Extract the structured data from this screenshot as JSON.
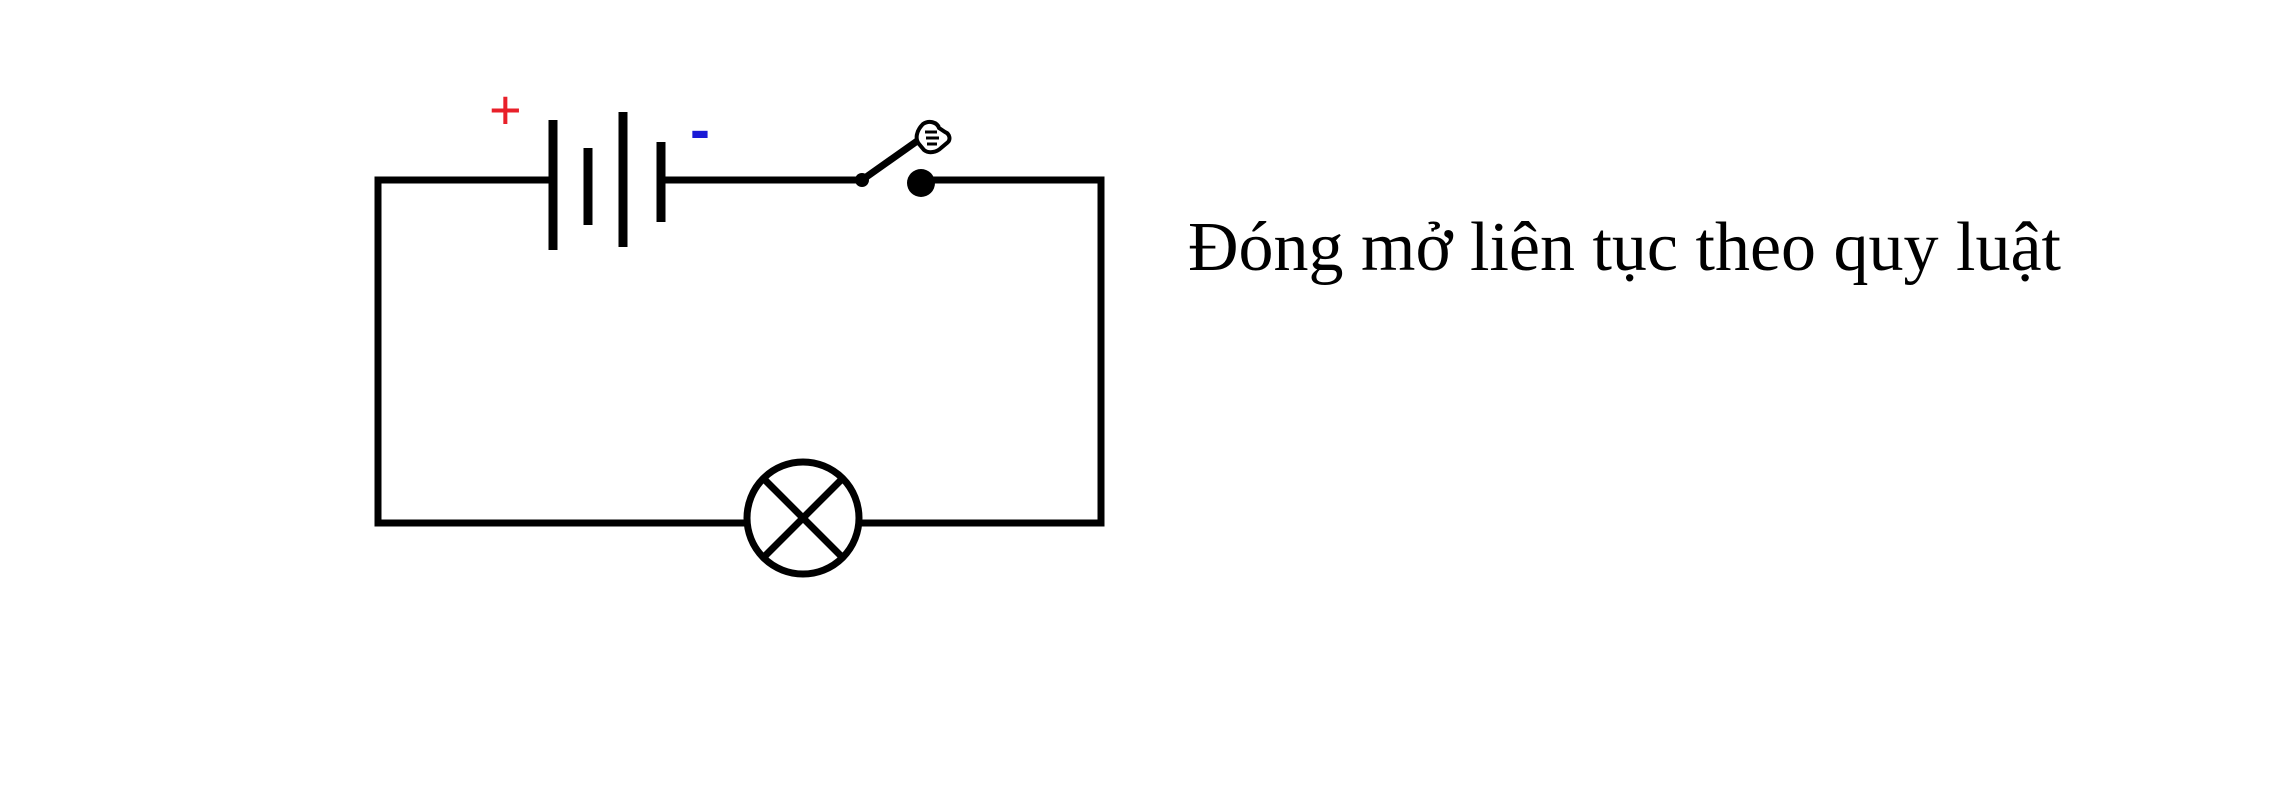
{
  "diagram": {
    "caption": "Đóng mở liên tục theo quy luật",
    "battery": {
      "positive_label": "+",
      "negative_label": "-",
      "positive_color": "#e8202a",
      "negative_color": "#1a1ad6"
    },
    "switch": {
      "state": "open",
      "icon": "hand-cursor-icon"
    },
    "lamp": {
      "icon": "lamp-symbol"
    }
  }
}
